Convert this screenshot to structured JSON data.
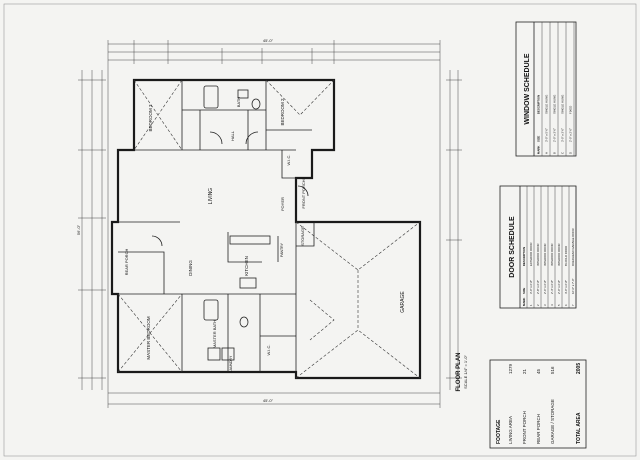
{
  "plan": {
    "title": "FLOOR PLAN",
    "scale": "SCALE 1/4\" = 1'-0\"",
    "rooms": {
      "bedroom3": "BEDROOM 3",
      "bedroom2": "BEDROOM 2",
      "bath": "BATH",
      "hall": "HALL",
      "wic": "W.I.C.",
      "foyer": "FOYER",
      "front_porch": "FRONT PORCH",
      "living": "LIVING",
      "rear_porch": "REAR PORCH",
      "dining": "DINING",
      "kitchen": "KITCHEN",
      "pantry": "PANTRY",
      "storage": "STORAGE",
      "garage": "GARAGE",
      "master_bedroom": "MASTER BEDROOM",
      "master_bath": "MASTER BATH",
      "laundry": "LAUNDRY",
      "master_wic": "W.I.C."
    },
    "overall_width": "45'-0\"",
    "overall_depth": "56'-0\""
  },
  "footage": {
    "heading": "FOOTAGE",
    "rows": [
      {
        "label": "LIVING AREA",
        "value": "1279"
      },
      {
        "label": "FRONT PORCH",
        "value": "21"
      },
      {
        "label": "REAR PORCH",
        "value": "45"
      },
      {
        "label": "GARAGE / STORAGE",
        "value": "516"
      }
    ],
    "total_label": "TOTAL AREA",
    "total_value": "2005"
  },
  "door_schedule": {
    "title": "DOOR SCHEDULE",
    "headers": [
      "MARK",
      "SIZE",
      "DESCRIPTION"
    ],
    "rows": [
      [
        "1",
        "3'-0\" x 6'-8\"",
        "EXTERIOR DOOR"
      ],
      [
        "2",
        "2'-8\" x 6'-8\"",
        "INTERIOR DOOR"
      ],
      [
        "3",
        "2'-6\" x 6'-8\"",
        "INTERIOR DOOR"
      ],
      [
        "4",
        "2'-4\" x 6'-8\"",
        "INTERIOR DOOR"
      ],
      [
        "5",
        "2'-0\" x 6'-8\"",
        "INTERIOR DOOR"
      ],
      [
        "6",
        "4'-0\" x 6'-8\"",
        "BI-FOLD DOOR"
      ],
      [
        "7",
        "16'-0\" x 7'-0\"",
        "OVERHEAD GARAGE DOOR"
      ]
    ]
  },
  "window_schedule": {
    "title": "WINDOW SCHEDULE",
    "headers": [
      "MARK",
      "SIZE",
      "DESCRIPTION"
    ],
    "rows": [
      [
        "A",
        "3'-0\" x 5'-0\"",
        "SINGLE HUNG"
      ],
      [
        "B",
        "2'-0\" x 3'-0\"",
        "SINGLE HUNG"
      ],
      [
        "C",
        "3'-0\" x 3'-0\"",
        "SINGLE HUNG"
      ],
      [
        "D",
        "2'-0\" x 2'-0\"",
        "FIXED"
      ]
    ]
  }
}
